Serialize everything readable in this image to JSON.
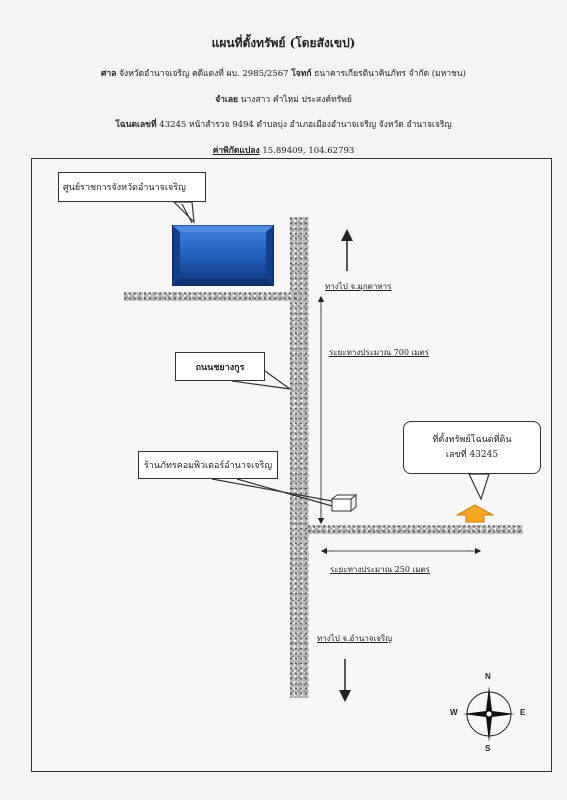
{
  "header": {
    "title": "แผนที่ตั้งทรัพย์ (โดยสังเขป)",
    "line1": {
      "k1": "ศาล",
      "v1": "จังหวัดอำนาจเจริญ คดีแดงที่ ผบ. 2985/2567",
      "k2": "โจทก์",
      "v2": "ธนาคารเกียรตินาคินภัทร จำกัด (มหาชน)"
    },
    "line2": {
      "k": "จำเลย",
      "v": "นางสาว คำไหม่ ประสงค์ทรัพย์"
    },
    "line3": {
      "k": "โฉนดเลขที่",
      "v": "43245 หน้าสำรวจ 9494 ตำบลบุ่ง อำเภอเมืองอำนาจเจริญ จังหวัด อำนาจเจริญ"
    },
    "line4": {
      "k": "ค่าพิกัดแปลง",
      "v": "15.89409,  104.62793"
    }
  },
  "map": {
    "center_label": "ศูนย์ราชการจังหวัดอำนาจเจริญ",
    "road_label": "ถนนชยางกูร",
    "shop_label": "ร้านภัทรคอมพิวเตอร์อำนาจเจริญ",
    "property_label": "ที่ตั้งทรัพย์โฉนดที่ดิน",
    "property_number": "เลขที่ 43245",
    "to_north": "ทางไป จ.มุกดาหาร",
    "to_south": "ทางไป จ.อำนาจเจริญ",
    "dist_vertical": "ระยะทางประมาณ 700 เมตร",
    "dist_horizontal": "ระยะทางประมาณ 250 เมตร",
    "compass": {
      "n": "N",
      "s": "S",
      "e": "E",
      "w": "W"
    },
    "colors": {
      "building": "#1f5fbf",
      "arrow": "#f5a623"
    }
  }
}
